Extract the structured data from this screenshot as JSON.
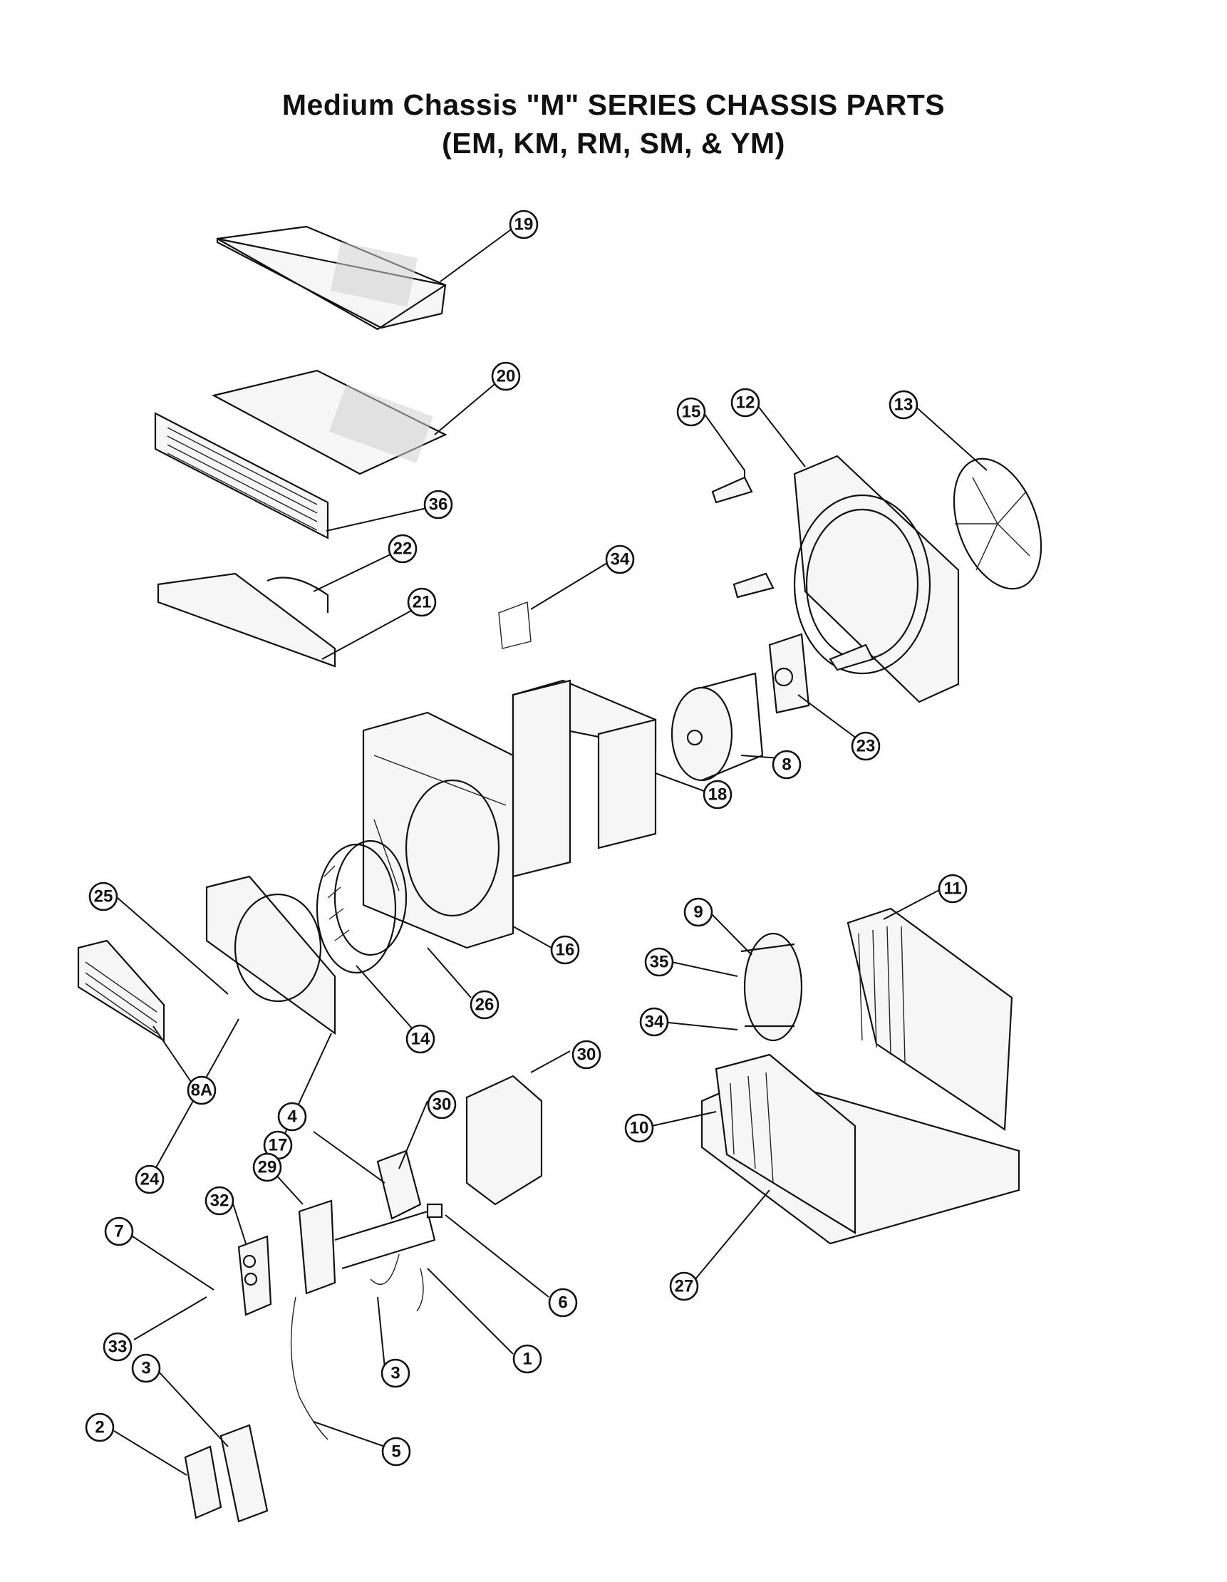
{
  "title": {
    "line1": "Medium Chassis \"M\" SERIES CHASSIS PARTS",
    "line2": "(EM, KM, RM, SM, & YM)"
  },
  "callouts": [
    "19",
    "20",
    "36",
    "22",
    "21",
    "15",
    "12",
    "13",
    "34",
    "8",
    "23",
    "18",
    "16",
    "25",
    "8A",
    "24",
    "17",
    "14",
    "26",
    "9",
    "35",
    "34",
    "11",
    "10",
    "27",
    "30",
    "30",
    "4",
    "29",
    "32",
    "7",
    "33",
    "6",
    "1",
    "3",
    "3",
    "5",
    "2"
  ]
}
